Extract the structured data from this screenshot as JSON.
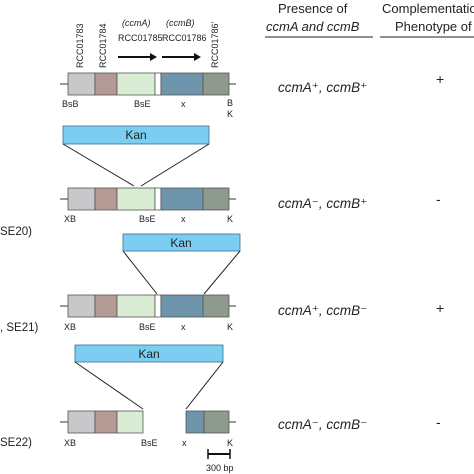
{
  "header": {
    "presence_line1": "Presence of",
    "presence_line2": "ccmA and ccmB",
    "complementation_line1": "Complementation o",
    "complementation_line2": "Phenotype of X"
  },
  "gene_labels": {
    "g1783": "RCC01783",
    "g1784": "RCC01784",
    "g1785_name": "(ccmA)",
    "g1785": "RCC01785",
    "g1786_name": "(ccmB)",
    "g1786": "RCC01786",
    "g1786b": "RCC01786'"
  },
  "rows": [
    {
      "strain": "",
      "sites": [
        "BsB",
        "BsE",
        "x",
        "B",
        "K"
      ],
      "genotype": "ccmA⁺, ccmB⁺",
      "complementation": "+"
    },
    {
      "strain": "SE20)",
      "sites": [
        "XB",
        "BsE",
        "x",
        "K"
      ],
      "genotype": "ccmA⁻, ccmB⁺",
      "complementation": "-"
    },
    {
      "strain": ", SE21)",
      "sites": [
        "XB",
        "BsE",
        "x",
        "K"
      ],
      "genotype": "ccmA⁺, ccmB⁻",
      "complementation": "+"
    },
    {
      "strain": "SE22)",
      "sites": [
        "XB",
        "BsE",
        "x",
        "K"
      ],
      "genotype": "ccmA⁻, ccmB⁻",
      "complementation": "-"
    }
  ],
  "cassette_label": "Kan",
  "scale_bar_label": "300 bp",
  "colors": {
    "gray": "#c7c8ca",
    "mauve": "#b39a95",
    "light_green": "#d9edd4",
    "steel_blue": "#6f95ad",
    "dark_gray": "#8f9a8e",
    "kan_blue": "#7ccdf2"
  }
}
